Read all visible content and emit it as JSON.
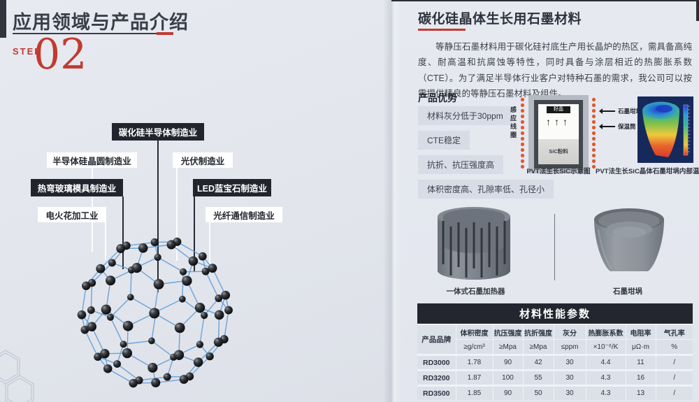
{
  "left_page": {
    "title": "应用领域与产品介绍",
    "step_label": "STEP",
    "step_number": "02",
    "industry_labels": [
      {
        "label": "碳化硅半导体制造业",
        "style": "dark"
      },
      {
        "label": "半导体硅晶圆制造业",
        "style": "light"
      },
      {
        "label": "光伏制造业",
        "style": "light"
      },
      {
        "label": "热弯玻璃模具制造业",
        "style": "dark"
      },
      {
        "label": "LED蓝宝石制造业",
        "style": "dark"
      },
      {
        "label": "电火花加工业",
        "style": "light"
      },
      {
        "label": "光纤通信制造业",
        "style": "light"
      }
    ]
  },
  "right_page": {
    "title": "碳化硅晶体生长用石墨材料",
    "intro": "等静压石墨材料用于碳化硅衬底生产用长晶炉的热区，需具备高纯度、耐高温和抗腐蚀等特性，同时具备与涂层相近的热膨胀系数（CTE）。为了满足半导体行业客户对特种石墨的需求，我公司可以按需提供精良的等静压石墨材料及组件。",
    "advantages_title": "产品优势",
    "advantages": [
      "材料灰分低于30ppm",
      "CTE稳定",
      "抗折、抗压强度高",
      "体积密度高、孔隙率低、孔径小"
    ],
    "diagram": {
      "coil_label": "感应线圈",
      "seed_label": "籽晶",
      "powder_label": "SiC粉料",
      "pointer_labels": [
        "石墨坩埚",
        "保温筒"
      ],
      "caption": "PVT法生长SiC示意图"
    },
    "thermal_caption": "PVT法生长SiC晶体石墨坩埚内部温场示意图",
    "products": [
      {
        "caption": "一体式石墨加热器"
      },
      {
        "caption": "石墨坩埚"
      }
    ],
    "table": {
      "title": "材料性能参数",
      "brand_header": "产品品牌",
      "columns": [
        {
          "name": "体积密度",
          "unit": "≥g/cm³"
        },
        {
          "name": "抗压强度",
          "unit": "≥Mpa"
        },
        {
          "name": "抗折强度",
          "unit": "≥Mpa"
        },
        {
          "name": "灰分",
          "unit": "≤ppm"
        },
        {
          "name": "热膨胀系数",
          "unit": "×10⁻⁶/K"
        },
        {
          "name": "电阻率",
          "unit": "μΩ·m"
        },
        {
          "name": "气孔率",
          "unit": "%"
        }
      ],
      "rows": [
        {
          "brand": "RD3000",
          "values": [
            "1.78",
            "90",
            "42",
            "30",
            "4.4",
            "11",
            "/"
          ]
        },
        {
          "brand": "RD3200",
          "values": [
            "1.87",
            "100",
            "55",
            "30",
            "4.3",
            "16",
            "/"
          ]
        },
        {
          "brand": "RD3500",
          "values": [
            "1.85",
            "90",
            "50",
            "30",
            "4.3",
            "13",
            "/"
          ]
        }
      ]
    }
  },
  "colors": {
    "accent_red": "#c23a30",
    "dark_navy": "#23262f",
    "molecule_edge_blue": "#5d9cd8",
    "coil_orange": "#e0582b",
    "page_bg": "#e4e7ee"
  }
}
